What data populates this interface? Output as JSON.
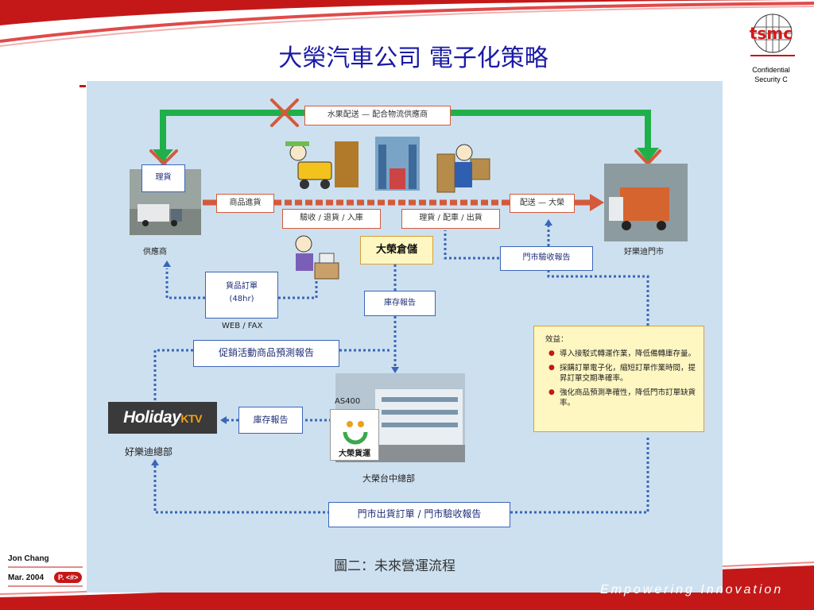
{
  "header": {
    "title": "大榮汽車公司 電子化策略",
    "logo_text": "tsmc",
    "confidential_line1": "Confidential",
    "confidential_line2": "Security C"
  },
  "footer": {
    "author": "Jon Chang",
    "date": "Mar. 2004",
    "page": "P. <#>",
    "slogan": "Empowering Innovation"
  },
  "diagram": {
    "top_flow": "水果配送 — 配合物流供應商",
    "tag_arrange": "理貨",
    "incoming": "商品進貨",
    "receive": "驗收 / 退貨 / 入庫",
    "pick": "理貨 / 配車 / 出貨",
    "delivery": "配送 — 大榮",
    "warehouse": "大榮倉儲",
    "store_accept": "門市驗收報告",
    "supplier": "供應商",
    "store": "好樂迪門市",
    "order_line1": "貨品訂單",
    "order_line2": "(48hr)",
    "web_fax": "WEB / FAX",
    "inventory_report": "庫存報告",
    "forecast": "促銷活動商品預測報告",
    "inventory_report2": "庫存報告",
    "holiday_hq": "好樂迪總部",
    "as400": "AS400",
    "dr_logo": "大榮貨運",
    "taichung_hq": "大榮台中總部",
    "bottom_flow": "門市出貨訂單 / 門市驗收報告",
    "logo_holiday": "Holiday",
    "logo_ktv": "KTV",
    "caption": "圖二：未來營運流程"
  },
  "benefits": {
    "title": "效益：",
    "items": [
      "導入接駁式轉運作業，降低備轉庫存量。",
      "採購訂單電子化，縮短訂單作業時間，提昇訂單交期準確率。",
      "強化商品預測準確性，降低門市訂單缺貨率。"
    ]
  },
  "colors": {
    "title_blue": "#1a1aa6",
    "brand_red": "#c41818",
    "green_flow": "#20b04a",
    "orange_flow": "#d35a3a",
    "blue_box": "#3a66b8",
    "panel": "#cde0ef"
  }
}
